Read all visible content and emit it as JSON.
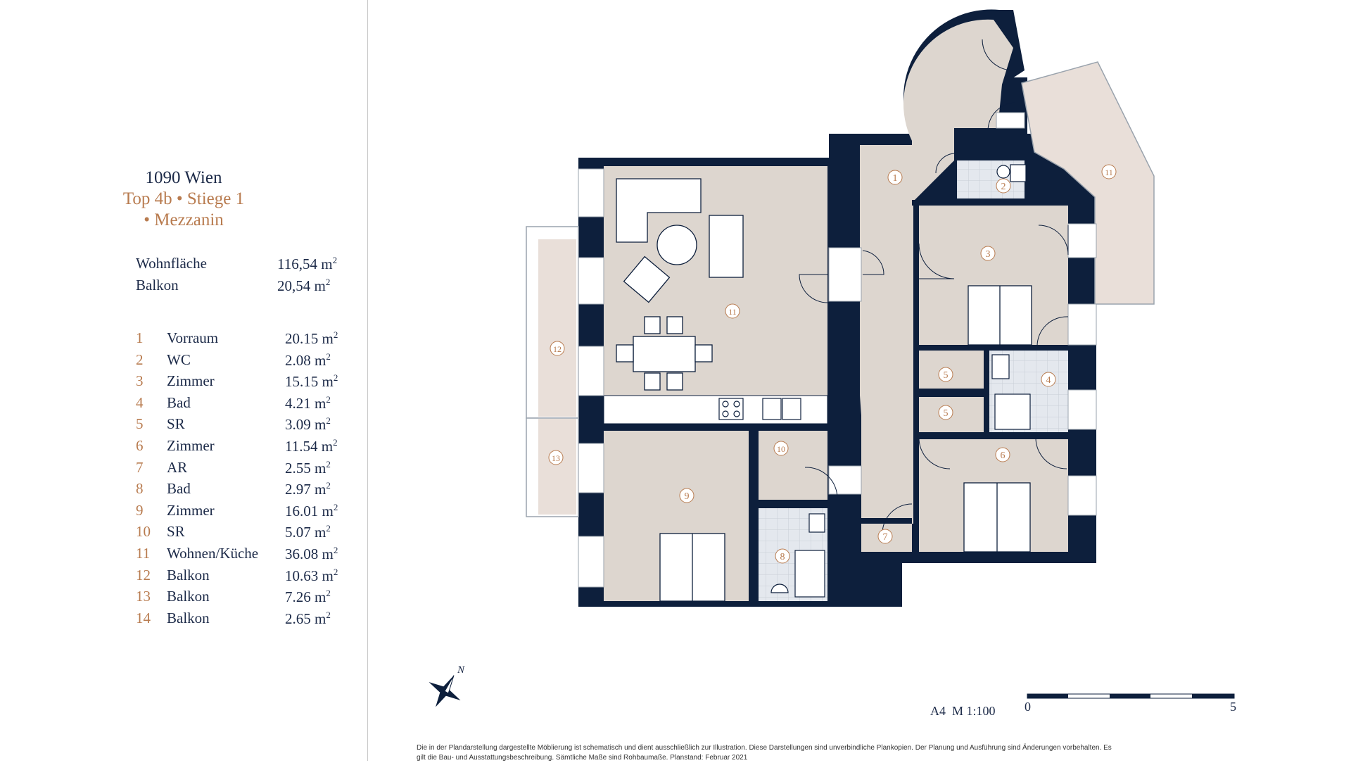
{
  "header": {
    "address": "1090 Wien",
    "unit": "Top 4b • Stiege 1",
    "floor": "• Mezzanin"
  },
  "summary": [
    {
      "label": "Wohnfläche",
      "value": "116,54 m",
      "sup": "2"
    },
    {
      "label": "Balkon",
      "value": "20,54 m",
      "sup": "2"
    }
  ],
  "rooms": [
    {
      "num": "1",
      "name": "Vorraum",
      "area": "20.15 m",
      "sup": "2"
    },
    {
      "num": "2",
      "name": "WC",
      "area": "2.08 m",
      "sup": "2"
    },
    {
      "num": "3",
      "name": "Zimmer",
      "area": "15.15 m",
      "sup": "2"
    },
    {
      "num": "4",
      "name": "Bad",
      "area": "4.21 m",
      "sup": "2"
    },
    {
      "num": "5",
      "name": "SR",
      "area": "3.09  m",
      "sup": "2"
    },
    {
      "num": "6",
      "name": "Zimmer",
      "area": "11.54 m",
      "sup": "2"
    },
    {
      "num": "7",
      "name": "AR",
      "area": "2.55 m",
      "sup": "2"
    },
    {
      "num": "8",
      "name": "Bad",
      "area": "2.97 m",
      "sup": "2"
    },
    {
      "num": "9",
      "name": "Zimmer",
      "area": "16.01 m",
      "sup": "2"
    },
    {
      "num": "10",
      "name": "SR",
      "area": "5.07 m",
      "sup": "2"
    },
    {
      "num": "11",
      "name": "Wohnen/Küche",
      "area": "36.08 m",
      "sup": "2"
    },
    {
      "num": "12",
      "name": "Balkon",
      "area": "10.63 m",
      "sup": "2"
    },
    {
      "num": "13",
      "name": "Balkon",
      "area": "7.26 m",
      "sup": "2"
    },
    {
      "num": "14",
      "name": "Balkon",
      "area": "2.65 m",
      "sup": "2"
    }
  ],
  "plan_labels": [
    "1",
    "2",
    "3",
    "4",
    "5",
    "5",
    "6",
    "7",
    "8",
    "9",
    "10",
    "11",
    "11",
    "12",
    "13"
  ],
  "scale": {
    "format": "A4",
    "ratio": "M 1:100",
    "start": "0",
    "end": "5"
  },
  "north_label": "N",
  "disclaimer": "Die in der Plandarstellung dargestellte Möblierung ist schematisch und dient ausschließlich zur Illustration. Diese Darstellungen sind unverbindliche Plankopien. Der Planung und Ausführung sind Änderungen vorbehalten. Es gilt die Bau- und Ausstattungsbeschreibung. Sämtliche Maße sind Rohbaumaße. Planstand: Februar 2021",
  "colors": {
    "wall": "#0d1f3c",
    "floor": "#ddd6cf",
    "balcony": "#e9dfd9",
    "tile": "#dde2e8",
    "accent": "#b87b4f",
    "text": "#1c2a48"
  }
}
